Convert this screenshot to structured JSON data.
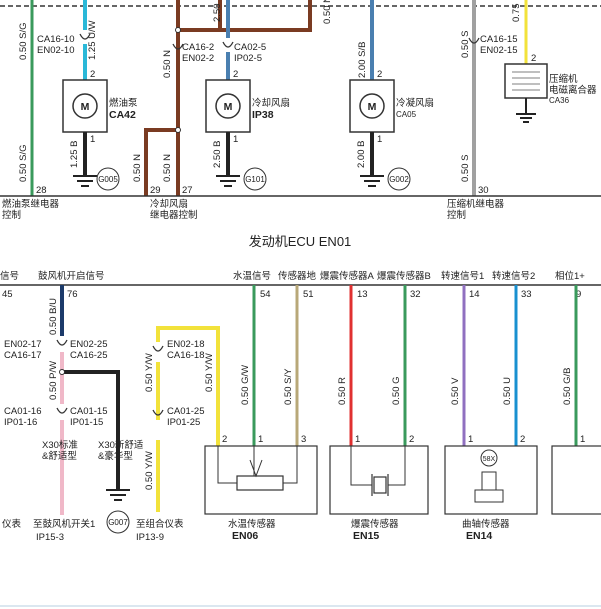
{
  "ecu_title": "发动机ECU  EN01",
  "top": {
    "conn_ca16_10": "CA16-10",
    "conn_en02_10": "EN02-10",
    "conn_ca16_2": "CA16-2",
    "conn_en02_2": "EN02-2",
    "conn_ca02_5": "CA02-5",
    "conn_ip02_5": "IP02-5",
    "conn_ca16_15": "CA16-15",
    "conn_en02_15": "EN02-15",
    "w1": "0.50  S/G",
    "w2": "1.25  U/W",
    "w3": "2.50",
    "w4": "0.50  N",
    "w5": "0.50  N",
    "w6": "0.75",
    "w7": "2.00  S/B",
    "w8": "0.50  S",
    "w9": "0.50  S/G",
    "w10": "1.25  B",
    "w11": "0.50  N",
    "w12": "0.50  N",
    "w13": "2.50  B",
    "w14": "2.00  B",
    "w15": "0.50  S",
    "fuel_pump_name": "燃油泵",
    "fuel_pump_code": "CA42",
    "fan_name": "冷却风扇",
    "fan_code": "IP38",
    "cond_fan_name": "冷凝风扇",
    "cond_fan_code": "CA05",
    "clutch_line1": "压缩机",
    "clutch_line2": "电磁离合器",
    "clutch_code": "CA36",
    "pin_2a": "2",
    "pin_1a": "1",
    "pin_2b": "2",
    "pin_1b": "1",
    "pin_2c": "2",
    "pin_1c": "1",
    "pin_2d": "2",
    "g005": "G005",
    "g101": "G101",
    "g002": "G002",
    "ecu_pin_28": "28",
    "ecu_pin_29": "29",
    "ecu_pin_27": "27",
    "ecu_pin_30": "30",
    "lbl_fuel_relay_1": "燃油泵继电器",
    "lbl_fuel_relay_2": "控制",
    "lbl_fan_relay_1": "冷却风扇",
    "lbl_fan_relay_2": "继电器控制",
    "lbl_comp_relay_1": "压缩机继电器",
    "lbl_comp_relay_2": "控制",
    "n_label": "N"
  },
  "bottom": {
    "sig_hao": "信号",
    "sig_fan_on": "鼓风机开启信号",
    "sig_water": "水温信号",
    "sig_sensor_gnd": "传感器地",
    "sig_knock_a": "爆震传感器A",
    "sig_knock_b": "爆震传感器B",
    "sig_speed1": "转速信号1",
    "sig_speed2": "转速信号2",
    "sig_phase": "相位1+",
    "pin_45": "45",
    "pin_76": "76",
    "pin_54": "54",
    "pin_51": "51",
    "pin_13": "13",
    "pin_32": "32",
    "pin_14": "14",
    "pin_33": "33",
    "pin_9": "9",
    "w_bu": "0.50  B/U",
    "w_pw": "0.50  P/W",
    "w_yw1": "0.50  Y/W",
    "w_yw2": "0.50  Y/W",
    "w_yw3": "0.50  Y/W",
    "w_gw": "0.50  G/W",
    "w_sy": "0.50  S/Y",
    "w_r": "0.50  R",
    "w_g": "0.50  G",
    "w_v": "0.50  V",
    "w_u": "0.50  U",
    "w_gb": "0.50  G/B",
    "c_en02_17": "EN02-17",
    "c_ca16_17": "CA16-17",
    "c_en02_25": "EN02-25",
    "c_ca16_25": "CA16-25",
    "c_ca01_16": "CA01-16",
    "c_ip01_16": "IP01-16",
    "c_ca01_15": "CA01-15",
    "c_ip01_15": "IP01-15",
    "c_en02_18": "EN02-18",
    "c_ca16_18": "CA16-18",
    "c_ca01_25": "CA01-25",
    "c_ip01_25": "IP01-25",
    "x30_std_1": "X30标准",
    "x30_std_2": "&舒适型",
    "x30_new_1": "X30新舒适",
    "x30_new_2": "&豪华型",
    "g007": "G007",
    "yibiao": "仪表",
    "fan_switch": "至鼓风机开关1",
    "ip15_3": "IP15-3",
    "cluster": "至组合仪表",
    "ip13_9": "IP13-9",
    "water_sensor": "水温传感器",
    "en06": "EN06",
    "knock_sensor": "爆震传感器",
    "en15": "EN15",
    "crank_sensor": "曲轴传感器",
    "en14": "EN14",
    "p2a": "2",
    "p1a": "1",
    "p3a": "3",
    "p1b": "1",
    "p2b": "2",
    "p1c": "1",
    "p2c": "2",
    "p1d": "1",
    "s58x": "58X"
  },
  "colors": {
    "green": "#3a9a5c",
    "cyan": "#2ab8d8",
    "brown": "#7a3b22",
    "steelblue": "#4a7fb0",
    "grey": "#a0a0a0",
    "yellow": "#f2e23a",
    "black": "#222222",
    "navy": "#1c3a6a",
    "pink": "#f0b8c8",
    "olive": "#b8a878",
    "red": "#e03030",
    "violet": "#9070c0",
    "blue": "#1890d0"
  }
}
